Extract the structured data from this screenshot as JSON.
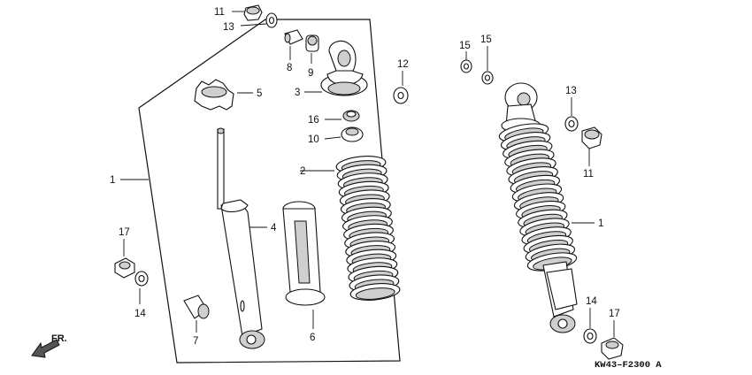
{
  "diagram_code": "KW43–F2300 A",
  "direction": {
    "label": "FR.",
    "icon": "front-direction-arrow-icon"
  },
  "callouts": {
    "frame_unit_1": "1",
    "spring": "2",
    "upper_joint": "3",
    "damper": "4",
    "spring_seat": "5",
    "spring_guide": "6",
    "lower_bush": "7",
    "upper_bush": "8",
    "upper_bush_outer": "9",
    "upper_rubber_10": "10",
    "nut_top_left": "11",
    "washer_top_left": "13",
    "washer_12": "12",
    "washer_15a": "15",
    "washer_15b": "15",
    "washer_13_right": "13",
    "nut_11_right": "11",
    "assembled_unit_1": "1",
    "nut_17_left": "17",
    "washer_14_left": "14",
    "washer_14_right": "14",
    "nut_17_right": "17",
    "rubber_16": "16"
  }
}
